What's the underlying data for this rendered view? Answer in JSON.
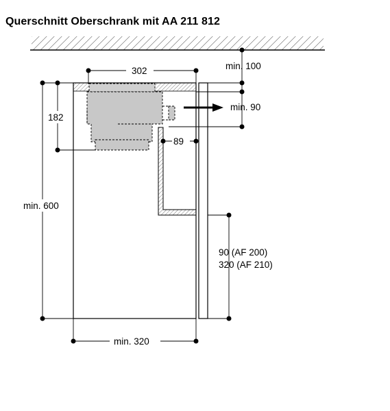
{
  "title": "Querschnitt Oberschrank mit AA 211 812",
  "labels": {
    "width_top": "302",
    "clearance_ceiling": "min. 100",
    "exhaust": "min. 90",
    "height_left": "182",
    "depth_89": "89",
    "cabinet_height": "min. 600",
    "af200": "90 (AF 200)",
    "af210": "320 (AF 210)",
    "cabinet_width": "min. 320"
  },
  "colors": {
    "line": "#000000",
    "fill_grey": "#c8c8c8",
    "hatch_fill": "#d4d4d4"
  }
}
